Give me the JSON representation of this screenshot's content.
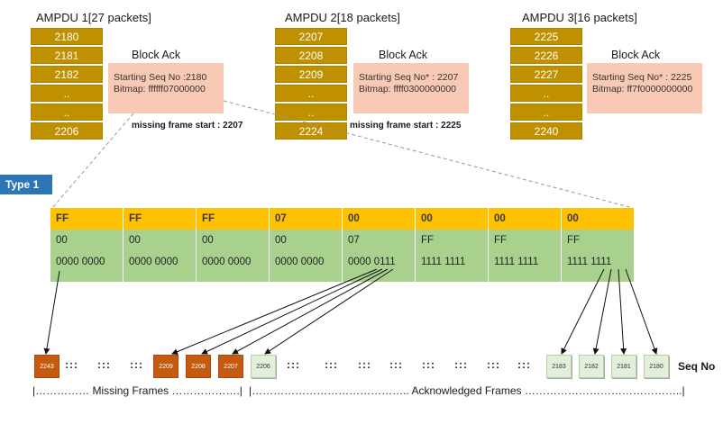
{
  "ampdus": [
    {
      "title": "AMPDU 1[27 packets]",
      "seqs": [
        "2180",
        "2181",
        "2182",
        "..",
        "..",
        "2206"
      ],
      "block_ack": {
        "title": "Block Ack",
        "line1": "Starting Seq No :2180",
        "line2": "Bitmap: ffffff07000000"
      },
      "missing": "missing frame start : 2207"
    },
    {
      "title": "AMPDU 2[18 packets]",
      "seqs": [
        "2207",
        "2208",
        "2209",
        "..",
        "..",
        "2224"
      ],
      "block_ack": {
        "title": "Block Ack",
        "line1": "Starting Seq No* : 2207",
        "line2": "Bitmap: ffff0300000000"
      },
      "missing": "missing frame start : 2225"
    },
    {
      "title": "AMPDU 3[16 packets]",
      "seqs": [
        "2225",
        "2226",
        "2227",
        "..",
        "..",
        "2240"
      ],
      "block_ack": {
        "title": "Block Ack",
        "line1": "Starting Seq No* : 2225",
        "line2": "Bitmap: ff7f0000000000"
      }
    }
  ],
  "type_label": "Type 1",
  "bitmap_table": {
    "row0": [
      "FF",
      "FF",
      "FF",
      "07",
      "00",
      "00",
      "00",
      "00"
    ],
    "row1": [
      "00",
      "00",
      "00",
      "00",
      "07",
      "FF",
      "FF",
      "FF"
    ],
    "row2": [
      "0000  0000",
      "0000  0000",
      "0000  0000",
      "0000  0000",
      "0000  0111",
      "1111  1111",
      "1111  1111",
      "1111  1111"
    ]
  },
  "frames": {
    "missing": [
      "2243",
      "2209",
      "2208",
      "2207"
    ],
    "acked": [
      "2206",
      "2183",
      "2182",
      "2181",
      "2180"
    ]
  },
  "dots": [
    ":::",
    ":::",
    ":::",
    ":::",
    ":::",
    ":::",
    ":::",
    ":::",
    ":::",
    ":::",
    ":::"
  ],
  "seq_no_label": "Seq No",
  "missing_label": "|…………… Missing Frames ……………….|",
  "ack_label": "|…………………………………….. Acknowledged Frames ……………………………………..|",
  "colors": {
    "ampdu_cell": "#bf9000",
    "block_ack": "#f8c9b4",
    "row0": "#ffc000",
    "rows": "#a9d18e",
    "missing_frame": "#c55a11",
    "ack_frame": "#e2efda",
    "type_tag": "#2e75b6"
  }
}
